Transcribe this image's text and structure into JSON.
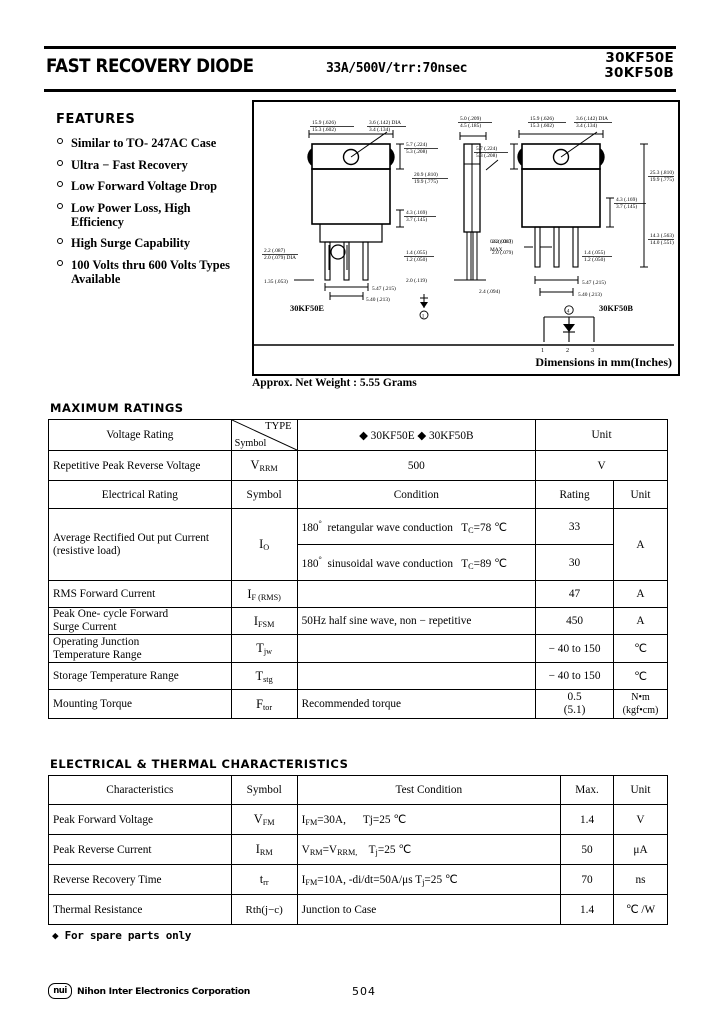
{
  "header": {
    "title": "FAST RECOVERY DIODE",
    "subtitle": "33A/500V/trr:70nsec",
    "part_number_1": "30KF50E",
    "part_number_2": "30KF50B"
  },
  "features": {
    "heading": "FEATURES",
    "items": [
      "Similar to TO- 247AC Case",
      "Ultra − Fast Recovery",
      "Low Forward Voltage Drop",
      "Low Power Loss,  High Efficiency",
      "High Surge Capability",
      "100 Volts thru 600 Volts Types Available"
    ]
  },
  "drawing": {
    "label_left": "30KF50E",
    "label_right": "30KF50B",
    "dimensions_note": "Dimensions in mm(Inches)",
    "weight_note": "Approx. Net Weight : 5.55 Grams",
    "pin_numbers": [
      "1",
      "2",
      "3"
    ],
    "dim_labels": {
      "top_width": "15.9 (.626)",
      "top_width_2": "15.3 (.602)",
      "hole_dia": "3.6 (.142) DIA",
      "hole_dia_2": "3.4 (.134)",
      "head_h": "5.7 (.224)",
      "head_h_2": "5.3 (.208)",
      "body_h": "20.9 (.810)",
      "body_h_2": "19.9 (.775)",
      "mid_h": "4.3 (.169)",
      "mid_h_2": "3.7 (.145)",
      "lead_w": "2.2 (.087)",
      "lead_w_2": "2.0 (.079)",
      "lead_sp": "1.4 (.055)",
      "lead_sp_2": "1.2 (.050)",
      "pitch": "5.47 (.215)",
      "pitch_2": "5.40 (.213)",
      "side_w": "5.0 (.209)",
      "side_w_2": "4.5 (.185)",
      "thin": "0.8 (.031) MAX",
      "bot": "2.4 (.094)",
      "len": "14.3 (.563)",
      "len_2": "14.0 (.551)"
    }
  },
  "max_ratings": {
    "section_title": "MAXIMUM RATINGS",
    "header": {
      "col1": "Voltage Rating",
      "type": "TYPE",
      "symbol": "Symbol",
      "parts": "◆ 30KF50E ◆ 30KF50B",
      "unit": "Unit"
    },
    "vrrm_row": {
      "name": "Repetitive Peak Reverse Voltage",
      "symbol_main": "V",
      "symbol_sub": "RRM",
      "value": "500",
      "unit": "V"
    },
    "subheader": {
      "col1": "Electrical Rating",
      "symbol": "Symbol",
      "condition": "Condition",
      "rating": "Rating",
      "unit": "Unit"
    },
    "rows": [
      {
        "name_line1": "Average Rectified Out put Current",
        "name_line2": "(resistive load)",
        "symbol_main": "I",
        "symbol_sub": "O",
        "conditions": [
          {
            "text_a": "180",
            "deg": "°",
            "text_b": "retangular wave conduction",
            "tc_main": "T",
            "tc_sub": "C",
            "tc_val": "=78 ℃",
            "rating": "33"
          },
          {
            "text_a": "180",
            "deg": "°",
            "text_b": "sinusoidal wave conduction",
            "tc_main": "T",
            "tc_sub": "C",
            "tc_val": "=89 ℃",
            "rating": "30"
          }
        ],
        "unit": "A"
      },
      {
        "name_line1": "RMS Forward Current",
        "name_line2": "",
        "symbol_main": "I",
        "symbol_sub": "F (RMS)",
        "condition": "",
        "rating": "47",
        "unit": "A"
      },
      {
        "name_line1": "Peak One- cycle Forward",
        "name_line2": "Surge Current",
        "symbol_main": "I",
        "symbol_sub": "FSM",
        "condition": "50Hz half sine wave, non − repetitive",
        "rating": "450",
        "unit": "A"
      },
      {
        "name_line1": "Operating Junction",
        "name_line2": "Temperature Range",
        "symbol_main": "T",
        "symbol_sub": "jw",
        "condition": "",
        "rating": "− 40 to 150",
        "unit": "℃"
      },
      {
        "name_line1": "Storage Temperature  Range",
        "name_line2": "",
        "symbol_main": "T",
        "symbol_sub": "stg",
        "condition": "",
        "rating": "− 40 to 150",
        "unit": "℃"
      },
      {
        "name_line1": "Mounting Torque",
        "name_line2": "",
        "symbol_main": "F",
        "symbol_sub": "tor",
        "condition": "Recommended torque",
        "rating": "0.5",
        "rating2": "(5.1)",
        "unit": "N•m",
        "unit2": "(kgf•cm)"
      }
    ]
  },
  "electrical": {
    "section_title": "ELECTRICAL & THERMAL CHARACTERISTICS",
    "header": {
      "characteristics": "Characteristics",
      "symbol": "Symbol",
      "test_condition": "Test Condition",
      "max": "Max.",
      "unit": "Unit"
    },
    "rows": [
      {
        "name": "Peak Forward Voltage",
        "symbol_main": "V",
        "symbol_sub": "FM",
        "cond_main": "I",
        "cond_sub": "FM",
        "cond_rest": "=30A,",
        "cond_tj": "Tj=25 ℃",
        "max": "1.4",
        "unit": "V"
      },
      {
        "name": "Peak Reverse Current",
        "symbol_main": "I",
        "symbol_sub": "RM",
        "cond_main": "V",
        "cond_sub": "RM",
        "cond_rest": "=V",
        "cond_sub2": "RRM,",
        "cond_tj": "T",
        "cond_tj_sub": "j",
        "cond_tj_rest": "=25 ℃",
        "max": "50",
        "unit": "μA"
      },
      {
        "name": "Reverse Recovery Time",
        "symbol_main": "t",
        "symbol_sub": "rr",
        "cond_main": "I",
        "cond_sub": "FM",
        "cond_rest": "=10A,  -di/dt=50A/μs  T",
        "cond_sub2": "j",
        "cond_tj_rest": "=25 ℃",
        "max": "70",
        "unit": "ns"
      },
      {
        "name": "Thermal Resistance",
        "symbol_main": "Rth(j−c)",
        "symbol_sub": "",
        "condition": "Junction to Case",
        "max": "1.4",
        "unit": "℃ /W"
      }
    ]
  },
  "footer": {
    "spare_note": "◆ For spare parts only",
    "logo_text": "nui",
    "company": "Nihon Inter Electronics Corporation",
    "page_number": "504"
  }
}
